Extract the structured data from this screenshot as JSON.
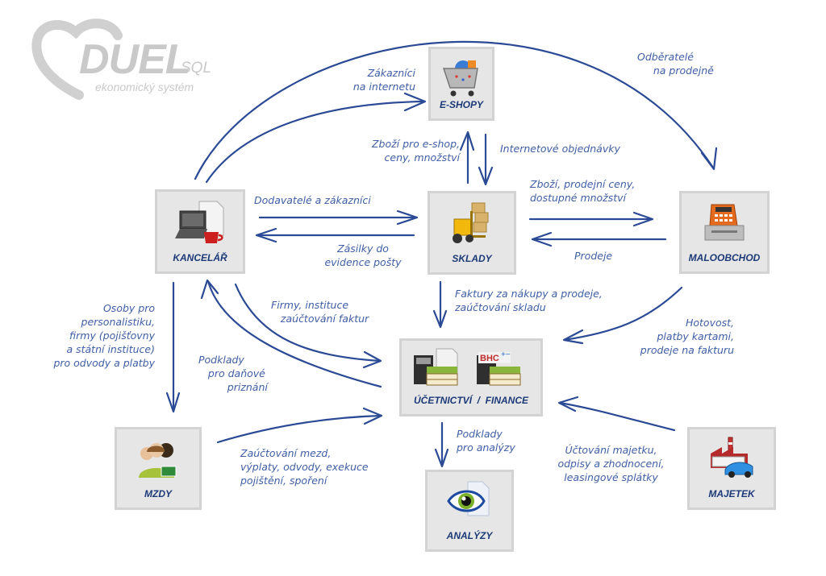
{
  "logo": {
    "brand": "DUEL",
    "suffix": "SQL",
    "tagline": "ekonomický systém"
  },
  "colors": {
    "arrow": "#2b4a95",
    "note_text": "#3f5ea6",
    "node_label": "#1d3a78",
    "node_bg": "#e6e6e6",
    "node_border": "#d3d3d3",
    "logo": "#c9c9c9"
  },
  "nodes": {
    "eshopy": {
      "label": "E-SHOPY",
      "icon": "shopping-cart-icon"
    },
    "kancelar": {
      "label": "KANCELÁŘ",
      "icon": "office-laptop-icon"
    },
    "sklady": {
      "label": "SKLADY",
      "icon": "forklift-icon"
    },
    "maloobchod": {
      "label": "MALOOBCHOD",
      "icon": "cash-register-icon"
    },
    "ucetnictvi": {
      "label": "ÚČETNICTVÍ  /  FINANCE",
      "icon": "accounting-books-icon"
    },
    "mzdy": {
      "label": "MZDY",
      "icon": "people-payroll-icon"
    },
    "analyzy": {
      "label": "ANALÝZY",
      "icon": "eye-analysis-icon"
    },
    "majetek": {
      "label": "MAJETEK",
      "icon": "factory-car-icon"
    }
  },
  "flows": [
    {
      "id": "kancelar-to-maloobchod",
      "from": "KANCELÁŘ",
      "to": "MALOOBCHOD",
      "text": "Odběratelé\n     na prodejně"
    },
    {
      "id": "kancelar-to-eshopy",
      "from": "KANCELÁŘ",
      "to": "E-SHOPY",
      "text": "Zákazníci\nna internetu"
    },
    {
      "id": "sklady-to-eshopy",
      "from": "SKLADY",
      "to": "E-SHOPY",
      "text": "Zboží pro e-shop,\nceny, množství"
    },
    {
      "id": "eshopy-to-sklady",
      "from": "E-SHOPY",
      "to": "SKLADY",
      "text": "Internetové objednávky"
    },
    {
      "id": "kancelar-to-sklady",
      "from": "KANCELÁŘ",
      "to": "SKLADY",
      "text": "Dodavatelé a zákazníci"
    },
    {
      "id": "sklady-to-kancelar",
      "from": "SKLADY",
      "to": "KANCELÁŘ",
      "text": "Zásilky do\nevidence pošty"
    },
    {
      "id": "sklady-to-maloobchod",
      "from": "SKLADY",
      "to": "MALOOBCHOD",
      "text": "Zboží, prodejní ceny,\ndostupné množství"
    },
    {
      "id": "maloobchod-to-sklady",
      "from": "MALOOBCHOD",
      "to": "SKLADY",
      "text": "Prodeje"
    },
    {
      "id": "kancelar-to-mzdy",
      "from": "KANCELÁŘ",
      "to": "MZDY",
      "text": "Osoby pro\npersonalistiku,\nfirmy (pojišťovny\na státní instituce)\npro odvody a platby"
    },
    {
      "id": "kancelar-to-ucetnictvi",
      "from": "KANCELÁŘ",
      "to": "ÚČETNICTVÍ / FINANCE",
      "text": "Firmy, instituce\n   zaúčtování faktur"
    },
    {
      "id": "ucetnictvi-to-kancelar",
      "from": "ÚČETNICTVÍ / FINANCE",
      "to": "KANCELÁŘ",
      "text": "Podklady\n   pro daňové\n         priznání"
    },
    {
      "id": "sklady-to-ucetnictvi",
      "from": "SKLADY",
      "to": "ÚČETNICTVÍ / FINANCE",
      "text": "Faktury za nákupy a prodeje,\nzaúčtování skladu"
    },
    {
      "id": "maloobchod-to-ucetnictvi",
      "from": "MALOOBCHOD",
      "to": "ÚČETNICTVÍ / FINANCE",
      "text": "Hotovost,\nplatby kartami,\nprodeje na fakturu"
    },
    {
      "id": "mzdy-to-ucetnictvi",
      "from": "MZDY",
      "to": "ÚČETNICTVÍ / FINANCE",
      "text": "Zaúčtování mezd,\nvýplaty, odvody, exekuce\npojištění, spoření"
    },
    {
      "id": "ucetnictvi-to-analyzy",
      "from": "ÚČETNICTVÍ / FINANCE",
      "to": "ANALÝZY",
      "text": "Podklady\npro analýzy"
    },
    {
      "id": "majetek-to-ucetnictvi",
      "from": "MAJETEK",
      "to": "ÚČETNICTVÍ / FINANCE",
      "text": "Účtování majetku,\nodpisy a zhodnocení,\nleasingové splátky"
    }
  ]
}
